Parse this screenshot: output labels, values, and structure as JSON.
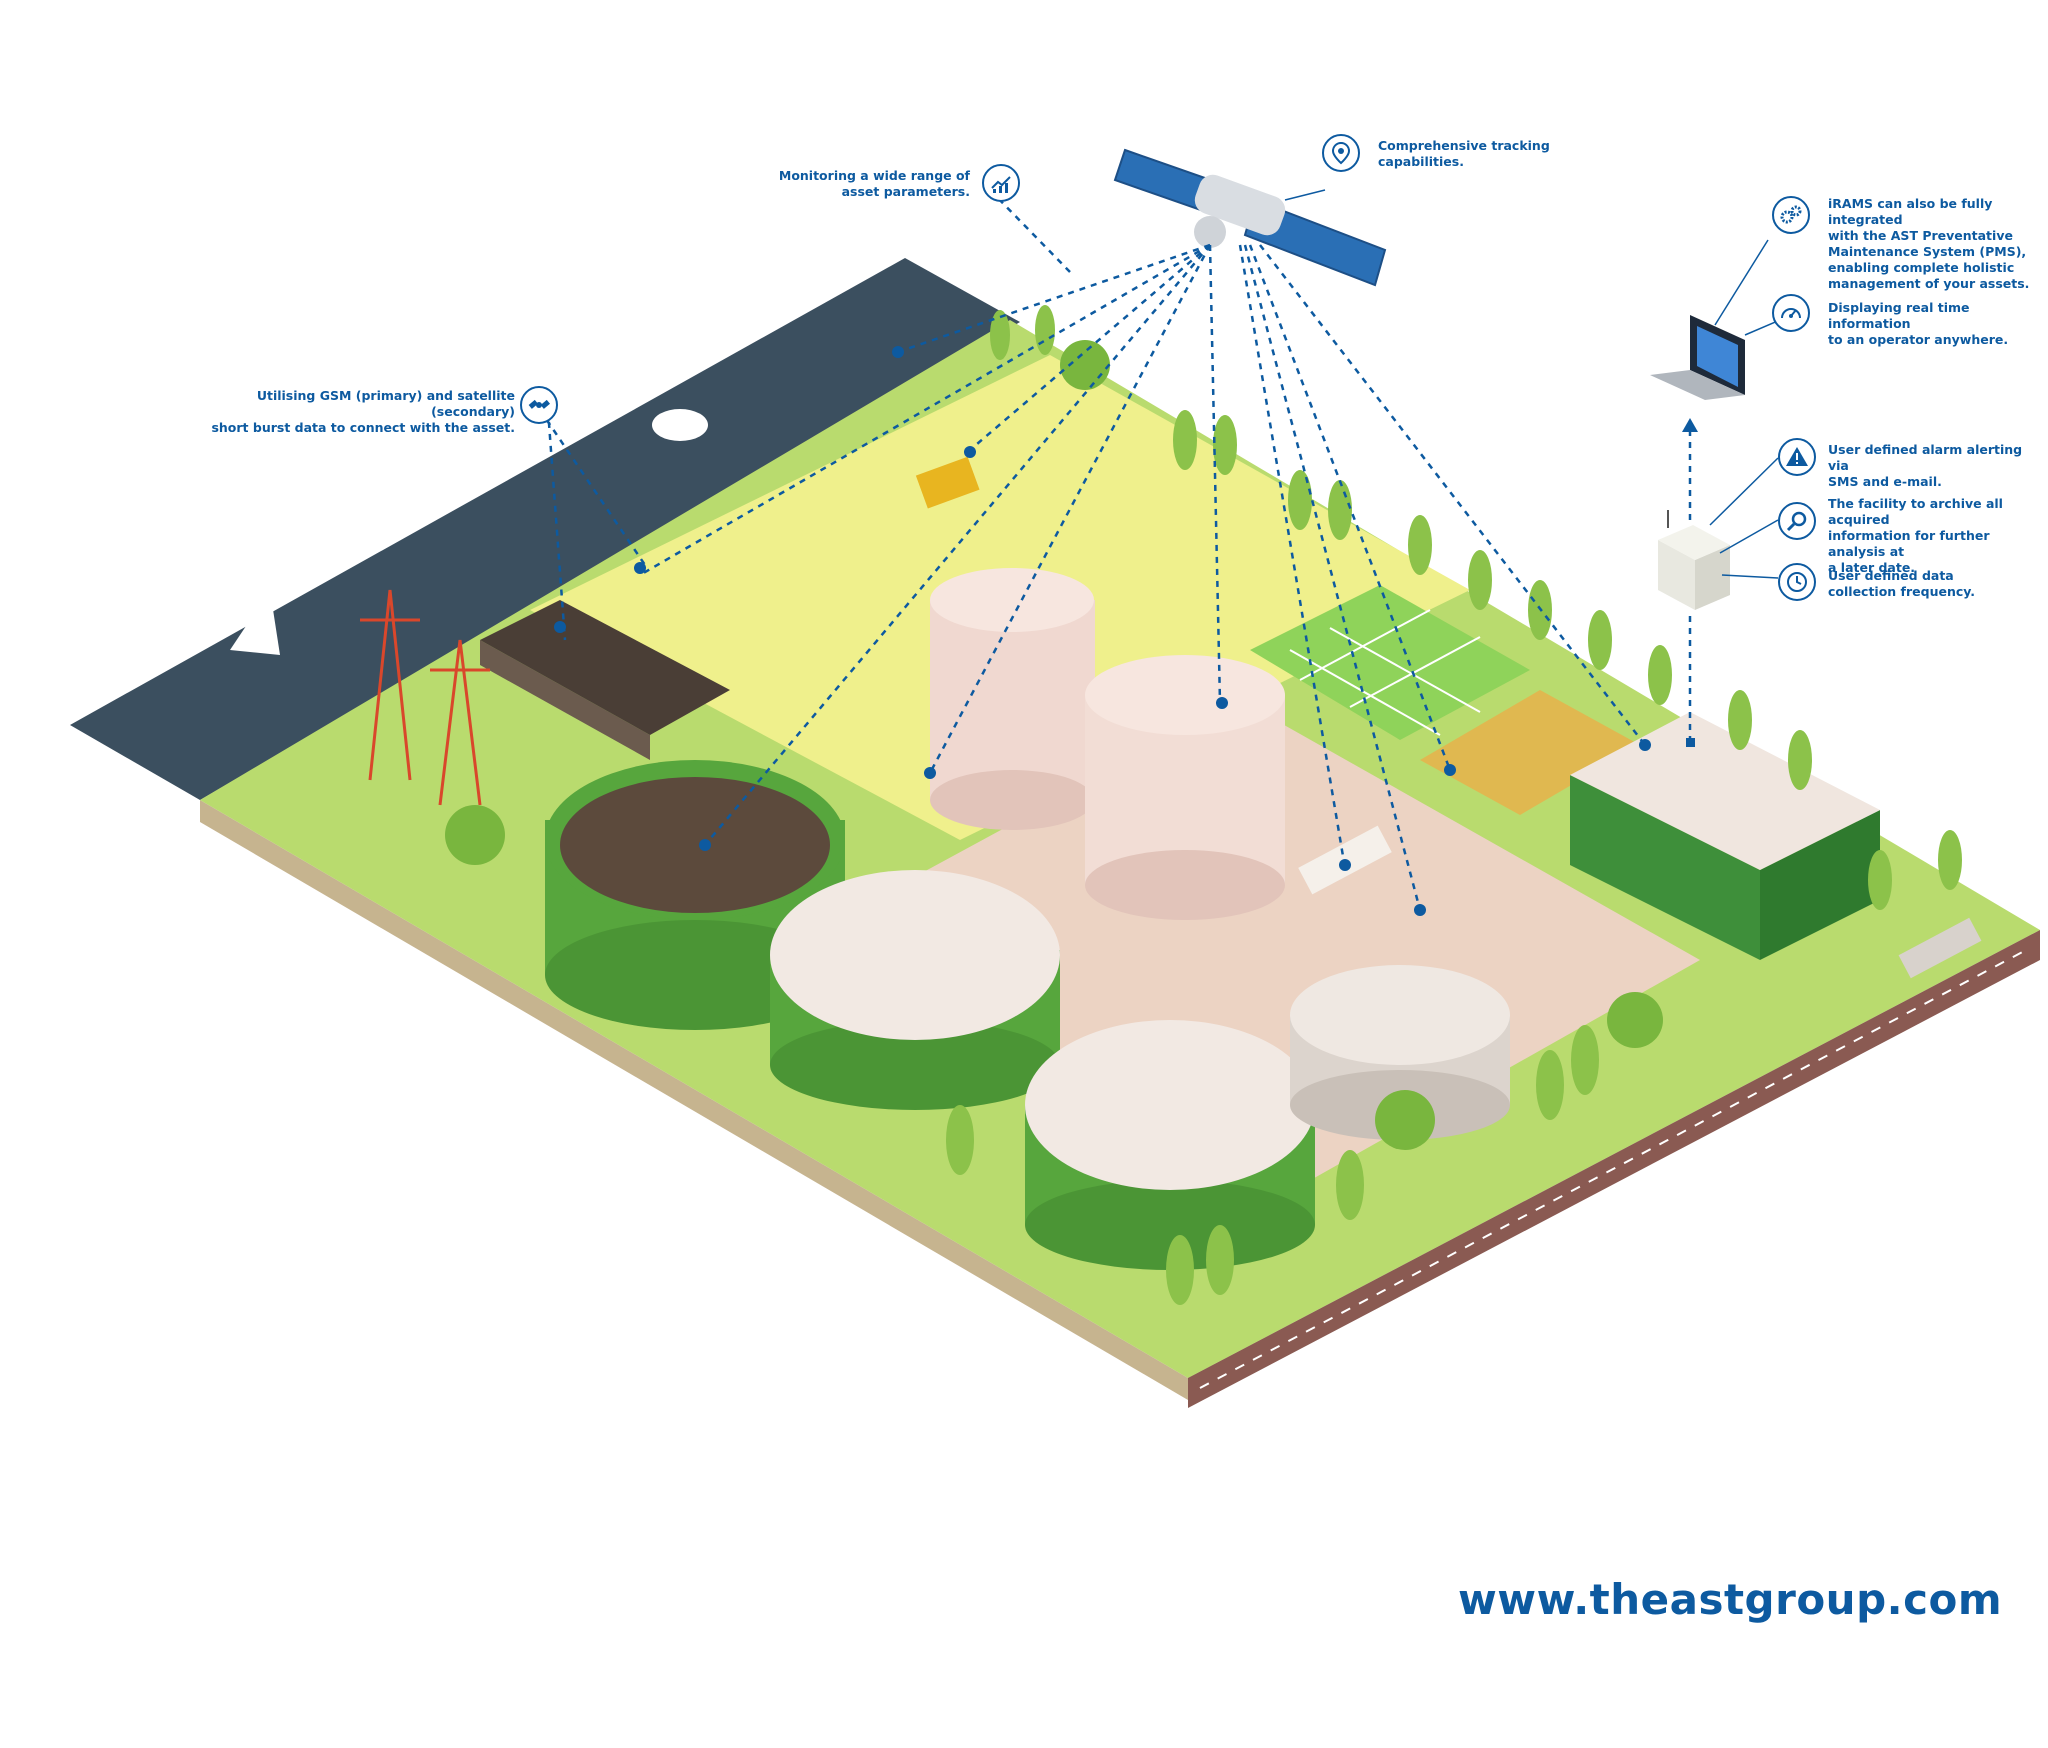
{
  "callouts": {
    "monitoring": "Monitoring a wide range of\nasset parameters.",
    "tracking": "Comprehensive tracking\ncapabilities.",
    "gsm": "Utilising GSM (primary) and satellite (secondary)\nshort burst data to connect with the asset.",
    "pms": "iRAMS can also be fully integrated\nwith the AST Preventative\nMaintenance System (PMS),\nenabling complete holistic\nmanagement of your assets.",
    "realtime": "Displaying real time information\nto an operator anywhere.",
    "alarm": "User defined alarm alerting via\nSMS and e-mail.",
    "archive": "The facility to archive all acquired\ninformation for further analysis at\na later date.",
    "frequency": "User defined data\ncollection frequency."
  },
  "icons": {
    "monitoring": "chart-icon",
    "tracking": "location-pin-icon",
    "gsm": "satellite-icon",
    "pms": "gears-icon",
    "realtime": "gauge-icon",
    "alarm": "warning-icon",
    "archive": "magnifier-icon",
    "frequency": "clock-icon"
  },
  "website": "www.theastgroup.com",
  "colors": {
    "brand_blue": "#0d5aa0",
    "water": "#3b4f5f",
    "grass": "#b5d96a",
    "field": "#eef08a",
    "tank_green": "#57a63d",
    "tank_pink": "#f0d8d0"
  }
}
